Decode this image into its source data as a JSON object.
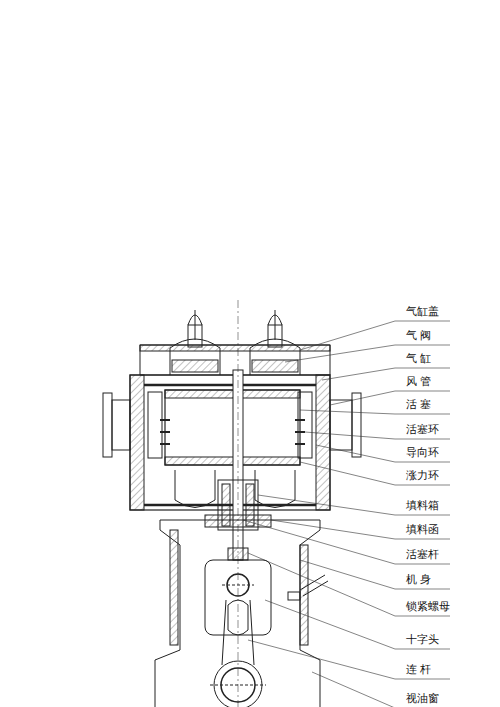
{
  "diagram": {
    "labels": [
      "气缸盖",
      "气 阀",
      "气 缸",
      "风 管",
      "活 塞",
      "活塞环",
      "导向环",
      "涨力环",
      "填料箱",
      "填料函",
      "活塞杆",
      "机 身",
      "锁紧螺母",
      "十字头",
      "连 杆",
      "视油窗"
    ]
  }
}
